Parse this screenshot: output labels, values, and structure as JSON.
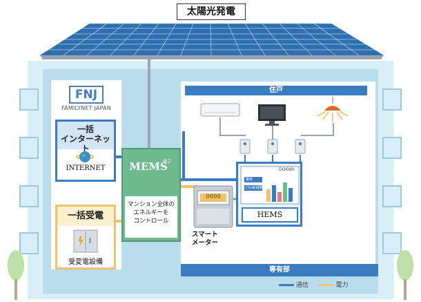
{
  "title": "太陽光発電",
  "logo": {
    "text": "FNJ",
    "caption": "FAMILYNET JAPAN"
  },
  "internet_box": {
    "heading_line1": "一括",
    "heading_line2": "インターネット",
    "label": "INTERNET"
  },
  "power_box": {
    "heading": "一括受電",
    "label": "受変電設備"
  },
  "mems": {
    "title": "MEMS",
    "note": "※2",
    "desc_line1": "マンション全体の",
    "desc_line2": "エネルギーを",
    "desc_line3": "コントロール"
  },
  "unit": {
    "header": "住戸",
    "footer": "専有部"
  },
  "hems": {
    "label": "HEMS",
    "screen_text": "DOKWh",
    "screen_item1": "電気",
    "screen_item2": "CO₂削減量"
  },
  "meter": {
    "label_line1": "スマート",
    "label_line2": "メーター",
    "display": "0000"
  },
  "legend": {
    "comm": "通信",
    "power": "電力"
  },
  "colors": {
    "comm": "#3b7cc0",
    "power": "#f0c26b",
    "mems": "#6fb98f",
    "building": "#b9dded"
  }
}
